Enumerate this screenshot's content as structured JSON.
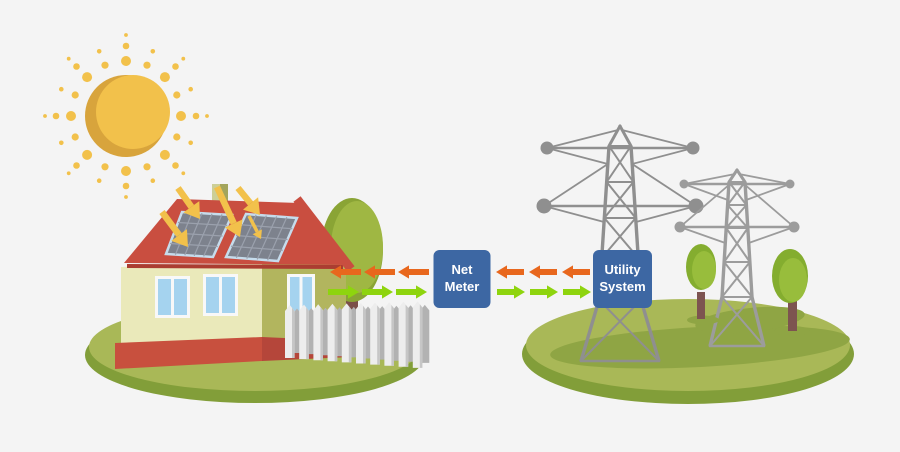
{
  "labels": {
    "net_meter": {
      "line1": "Net",
      "line2": "Meter"
    },
    "utility_system": {
      "line1": "Utility",
      "line2": "System"
    }
  },
  "flows": {
    "utility_to_home": {
      "color": "#e8671d",
      "direction": "left"
    },
    "home_to_utility": {
      "color": "#8ed40e",
      "direction": "right"
    }
  },
  "palette": {
    "background": "#f4f4f4",
    "sun": "#f2c14b",
    "sun_shade": "#d8a43c",
    "sunray": "#f2c14b",
    "roof": "#c94e40",
    "roof_shadow": "#ab3d31",
    "wall_front": "#eae9ba",
    "wall_side": "#b2b55e",
    "base_front": "#c8503e",
    "base_side": "#b5463a",
    "window_frame": "#f8f8f8",
    "window_pane": "#a5d3ef",
    "panel": "#7d828d",
    "panel_line": "#9ba1ad",
    "panel_border": "#c6dcec",
    "chimney_light": "#cdcf96",
    "chimney_dark": "#a3a55c",
    "mound_top": "#a9b857",
    "mound_side": "#829e39",
    "mound_shadow": "#8fa544",
    "tree_dark": "#8aa435",
    "tree_light": "#9fb743",
    "trunk": "#7b4f49",
    "small_tree_dark": "#84ad2f",
    "small_tree_light": "#98bd3c",
    "small_trunk": "#7d5450",
    "fence_front": "#ededed",
    "fence_shade": "#c6c6c6",
    "fence_back": "#b2b2b2",
    "tower": "#8f8f8f",
    "tower_far": "#9c9c9c",
    "box": "#3d67a3",
    "box_text": "#ffffff"
  }
}
